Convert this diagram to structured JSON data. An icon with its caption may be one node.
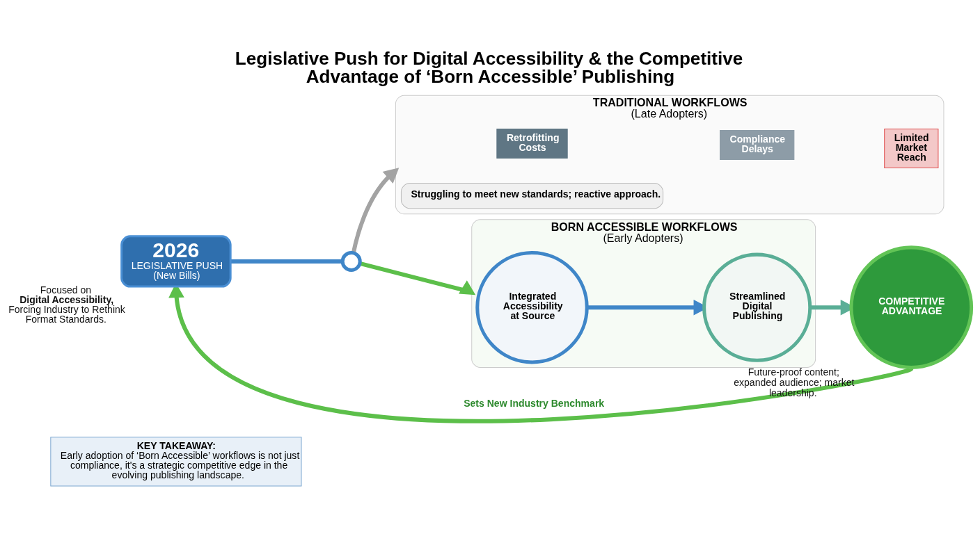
{
  "diagram": {
    "title": "Legislative Push for Digital Accessibility & the Competitive Advantage of ‘Born Accessible’ Publishing",
    "nodes": [
      {
        "text": [
          "2026",
          "LEGISLATIVE PUSH (New Bills)"
        ],
        "beside": [
          "Focused on **Digital Accessibility,** Forcing Industry to Rethink Format Standards."
        ]
      },
      {
        "text": [],
        "shape": "circle"
      },
      {
        "text": [
          "TRADITIONAL WORKFLOWS",
          "(Late Adopters)"
        ]
      },
      {
        "text": [
          "Retrofitting Costs"
        ],
        "in": 2
      },
      {
        "text": [
          "Compliance Delays"
        ],
        "in": 2
      },
      {
        "text": [
          "Limited Market Reach"
        ],
        "in": 2
      },
      {
        "text": [
          "Struggling to meet new standards; reactive approach."
        ],
        "in": 2
      },
      {
        "text": [
          "BORN ACCESSIBLE WORKFLOWS",
          "(Early Adopters)"
        ]
      },
      {
        "text": [
          "Integrated Accessibility at Source"
        ],
        "in": 7
      },
      {
        "text": [
          "Streamlined Digital Publishing"
        ],
        "in": 7
      },
      {
        "text": [
          "COMPETITIVE ADVANTAGE"
        ],
        "beside": [
          "Future-proof content; expanded audience; market leadership."
        ]
      },
      {
        "text": [
          "**KEY TAKEAWAY:** Early adoption of ‘Born Accessible’ workflows is not just compliance, it's a strategic competitive edge in the evolving publishing landscape."
        ]
      }
    ],
    "edges": [
      {
        "from": 0,
        "to": 1,
        "arrow": "none",
        "color": "#3f86c8"
      },
      {
        "from": 1,
        "to": 2,
        "arrow": "to",
        "color": "#a3a3a3"
      },
      {
        "from": 1,
        "to": 7,
        "arrow": "to",
        "color": "#5cbf4a"
      },
      {
        "from": 8,
        "to": 9,
        "arrow": "to",
        "color": "#3f86c8"
      },
      {
        "from": 9,
        "to": 10,
        "arrow": "to",
        "color": "#5aae96"
      },
      {
        "from": 10,
        "to": 0,
        "arrow": "to",
        "label": "Sets New Industry Benchmark",
        "color": "#5cbf4a"
      }
    ]
  }
}
